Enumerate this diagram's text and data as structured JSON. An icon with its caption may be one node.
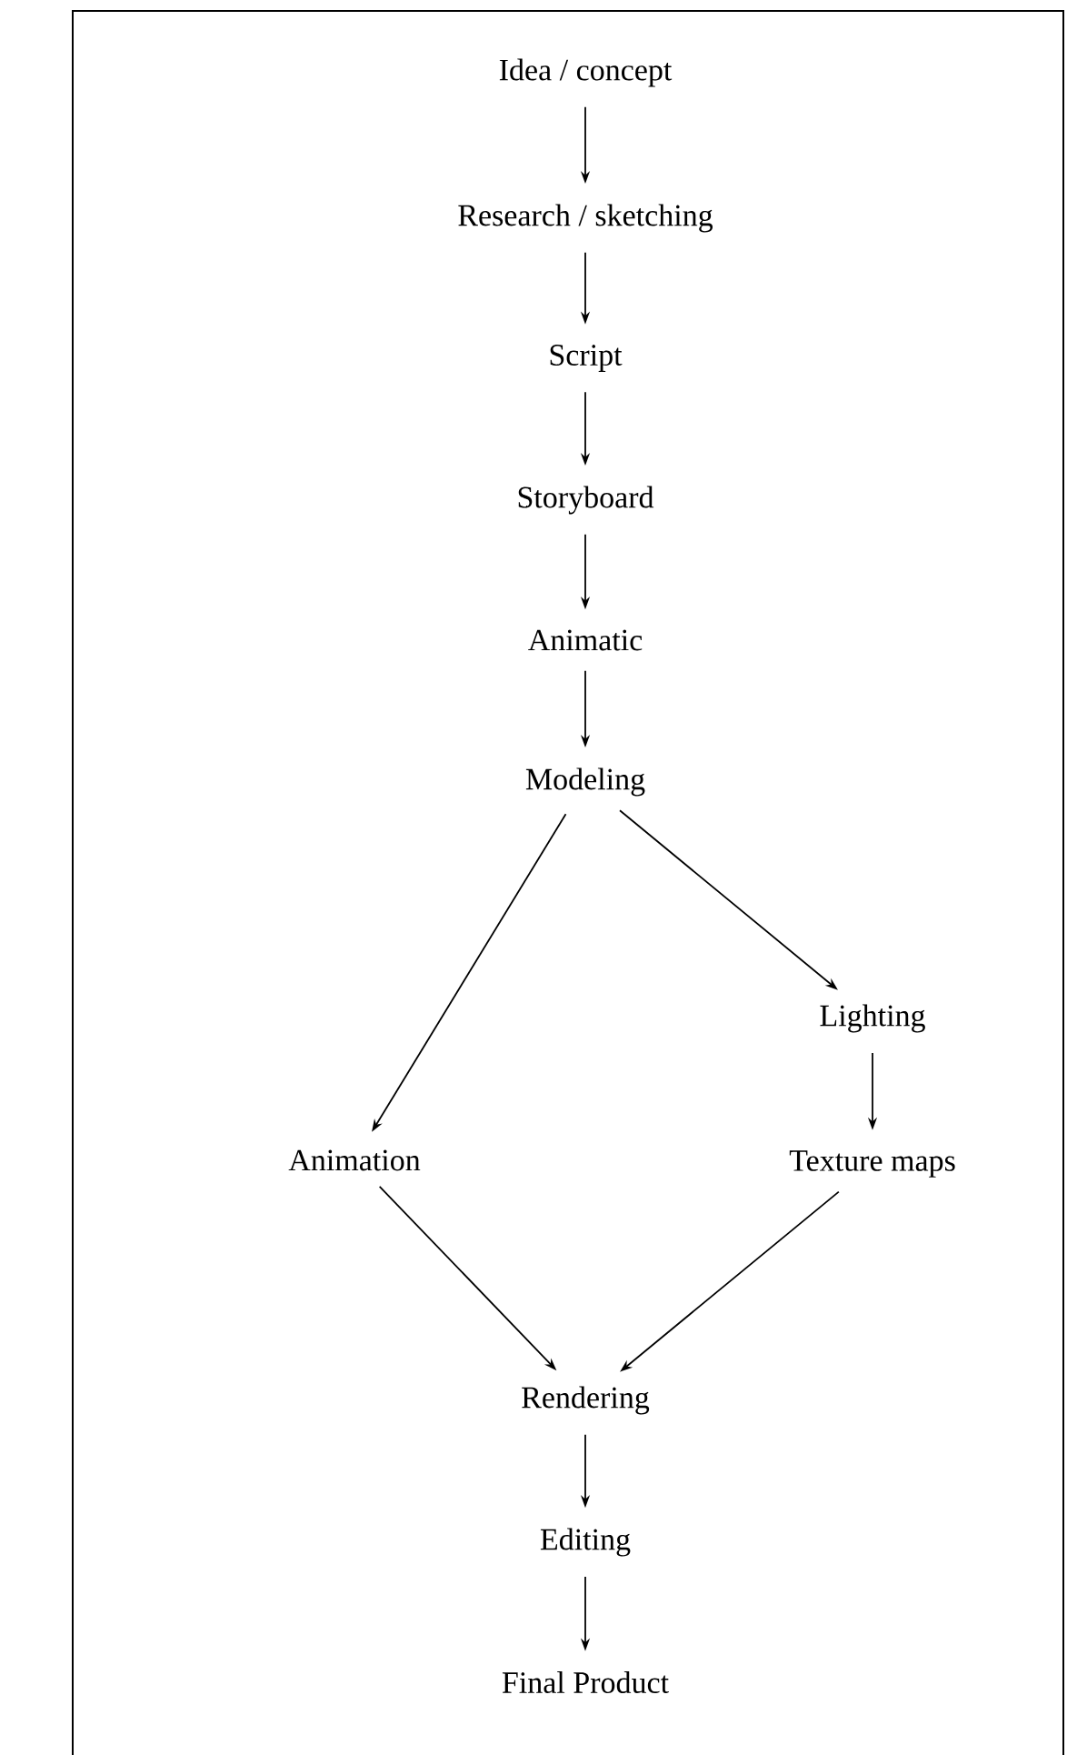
{
  "diagram": {
    "nodes": [
      {
        "text": [
          "Idea / concept"
        ]
      },
      {
        "text": [
          "Research / sketching"
        ]
      },
      {
        "text": [
          "Script"
        ]
      },
      {
        "text": [
          "Storyboard"
        ]
      },
      {
        "text": [
          "Animatic"
        ]
      },
      {
        "text": [
          "Modeling"
        ]
      },
      {
        "text": [
          "Lighting"
        ]
      },
      {
        "text": [
          "Animation"
        ]
      },
      {
        "text": [
          "Texture maps"
        ]
      },
      {
        "text": [
          "Rendering"
        ]
      },
      {
        "text": [
          "Editing"
        ]
      },
      {
        "text": [
          "Final Product"
        ]
      }
    ],
    "edges": [
      {
        "from": 0,
        "to": 1,
        "arrow": "to"
      },
      {
        "from": 1,
        "to": 2,
        "arrow": "to"
      },
      {
        "from": 2,
        "to": 3,
        "arrow": "to"
      },
      {
        "from": 3,
        "to": 4,
        "arrow": "to"
      },
      {
        "from": 4,
        "to": 5,
        "arrow": "to"
      },
      {
        "from": 5,
        "to": 7,
        "arrow": "to"
      },
      {
        "from": 5,
        "to": 6,
        "arrow": "to"
      },
      {
        "from": 6,
        "to": 8,
        "arrow": "to"
      },
      {
        "from": 7,
        "to": 9,
        "arrow": "to"
      },
      {
        "from": 8,
        "to": 9,
        "arrow": "to"
      },
      {
        "from": 9,
        "to": 10,
        "arrow": "to"
      },
      {
        "from": 10,
        "to": 11,
        "arrow": "to"
      }
    ]
  }
}
